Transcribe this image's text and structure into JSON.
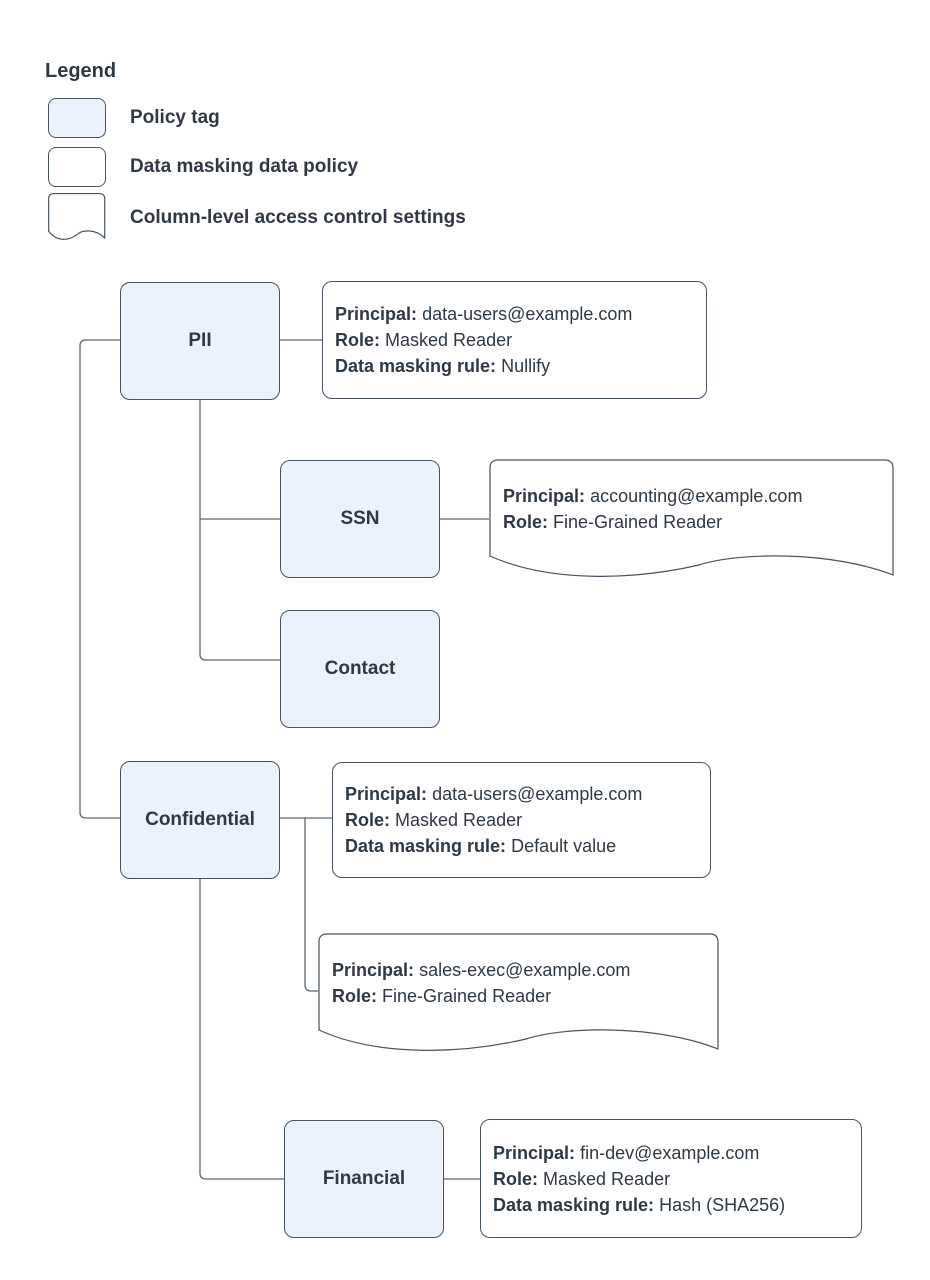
{
  "legend": {
    "title": "Legend",
    "items": [
      {
        "label": "Policy tag"
      },
      {
        "label": "Data masking data policy"
      },
      {
        "label": "Column-level access control settings"
      }
    ]
  },
  "tags": {
    "pii": "PII",
    "ssn": "SSN",
    "contact": "Contact",
    "confidential": "Confidential",
    "financial": "Financial"
  },
  "policies": {
    "pii": {
      "principal_label": "Principal:",
      "principal": "data-users@example.com",
      "role_label": "Role:",
      "role": "Masked Reader",
      "rule_label": "Data masking rule:",
      "rule": "Nullify"
    },
    "ssn": {
      "principal_label": "Principal:",
      "principal": "accounting@example.com",
      "role_label": "Role:",
      "role": "Fine-Grained Reader"
    },
    "confidential": {
      "principal_label": "Principal:",
      "principal": "data-users@example.com",
      "role_label": "Role:",
      "role": "Masked Reader",
      "rule_label": "Data masking rule:",
      "rule": "Default value"
    },
    "sales": {
      "principal_label": "Principal:",
      "principal": "sales-exec@example.com",
      "role_label": "Role:",
      "role": "Fine-Grained Reader"
    },
    "financial": {
      "principal_label": "Principal:",
      "principal": "fin-dev@example.com",
      "role_label": "Role:",
      "role": "Masked Reader",
      "rule_label": "Data masking rule:",
      "rule": "Hash (SHA256)"
    }
  },
  "colors": {
    "policy_tag_fill": "#ebf2fc",
    "border": "#47545f",
    "text": "#2e3943",
    "connector": "#5c666e"
  }
}
